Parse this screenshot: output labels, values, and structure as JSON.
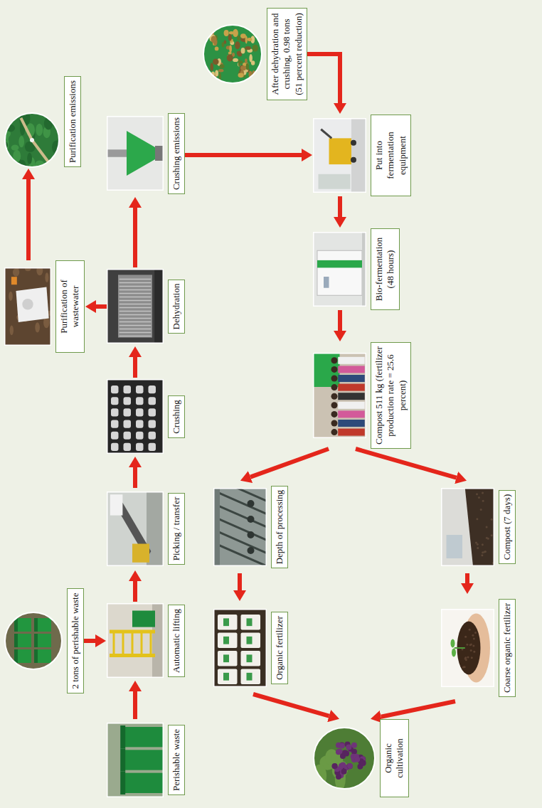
{
  "diagram": {
    "nodes": [
      {
        "text": [
          "Perishable waste"
        ]
      },
      {
        "text": [
          "2 tons of perishable waste"
        ]
      },
      {
        "text": [
          "Automatic lifting"
        ]
      },
      {
        "text": [
          "Picking / transfer"
        ]
      },
      {
        "text": [
          "Crushing"
        ]
      },
      {
        "text": [
          "Dehydration"
        ]
      },
      {
        "text": [
          "Purification of wastewater"
        ]
      },
      {
        "text": [
          "Purification emissions"
        ]
      },
      {
        "text": [
          "Crushing emissions"
        ]
      },
      {
        "text": [
          "After dehydration and crushing, 0.98 tons (51 percent reduction)"
        ]
      },
      {
        "text": [
          "Put into fermentation equipment"
        ]
      },
      {
        "text": [
          "Bio-fermentation (48 hours)"
        ]
      },
      {
        "text": [
          "Compost 511 kg (fertilizer production rate = 25.6 percent)"
        ]
      },
      {
        "text": [
          "Depth of processing"
        ]
      },
      {
        "text": [
          "Compost (7 days)"
        ]
      },
      {
        "text": [
          "Organic fertilizer"
        ]
      },
      {
        "text": [
          "Coarse organic fertilizer"
        ]
      },
      {
        "text": [
          "Organic cultivation"
        ]
      }
    ],
    "edges": [
      {
        "from": 0,
        "to": 2,
        "arrow": "to"
      },
      {
        "from": 1,
        "to": 2,
        "arrow": "to"
      },
      {
        "from": 2,
        "to": 3,
        "arrow": "to"
      },
      {
        "from": 3,
        "to": 4,
        "arrow": "to"
      },
      {
        "from": 4,
        "to": 5,
        "arrow": "to"
      },
      {
        "from": 5,
        "to": 6,
        "arrow": "to"
      },
      {
        "from": 6,
        "to": 7,
        "arrow": "to"
      },
      {
        "from": 5,
        "to": 8,
        "arrow": "to"
      },
      {
        "from": 8,
        "to": 10,
        "arrow": "to"
      },
      {
        "from": 9,
        "to": 10,
        "arrow": "to"
      },
      {
        "from": 10,
        "to": 11,
        "arrow": "to"
      },
      {
        "from": 11,
        "to": 12,
        "arrow": "to"
      },
      {
        "from": 12,
        "to": 13,
        "arrow": "to"
      },
      {
        "from": 12,
        "to": 14,
        "arrow": "to"
      },
      {
        "from": 13,
        "to": 15,
        "arrow": "to"
      },
      {
        "from": 14,
        "to": 16,
        "arrow": "to"
      },
      {
        "from": 15,
        "to": 17,
        "arrow": "to"
      },
      {
        "from": 16,
        "to": 17,
        "arrow": "to"
      }
    ]
  }
}
